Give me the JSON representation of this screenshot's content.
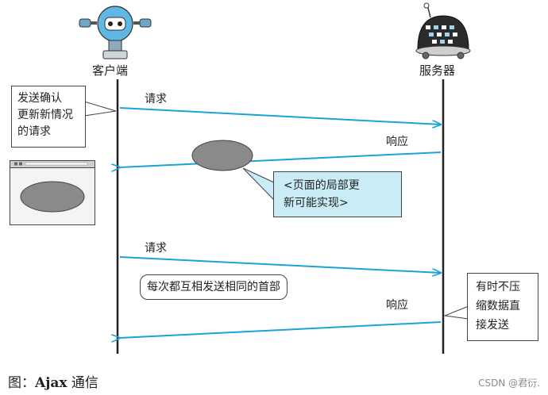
{
  "actors": {
    "client": "客户端",
    "server": "服务器"
  },
  "messages": {
    "request_1": "请求",
    "response_1": "响应",
    "request_2": "请求",
    "response_2": "响应"
  },
  "notes": {
    "confirm_lines": [
      "发送确认",
      "更新新情况",
      "的请求"
    ],
    "partial_update_lines": [
      "<页面的局部更",
      "新可能实现>"
    ],
    "headers_each_time": "每次都互相发送相同的首部",
    "no_push_lines": [
      "有时不压",
      "缩数据直",
      "接发送"
    ]
  },
  "caption": {
    "prefix": "图：",
    "bold": "Ajax",
    "suffix": " 通信"
  },
  "watermark": "CSDN @君衍.",
  "colors": {
    "arrow": "#1aa3d6",
    "lifeline": "#222222",
    "bubble_fill": "#c9ecf7",
    "ellipse_fill": "#8a8a8a"
  }
}
